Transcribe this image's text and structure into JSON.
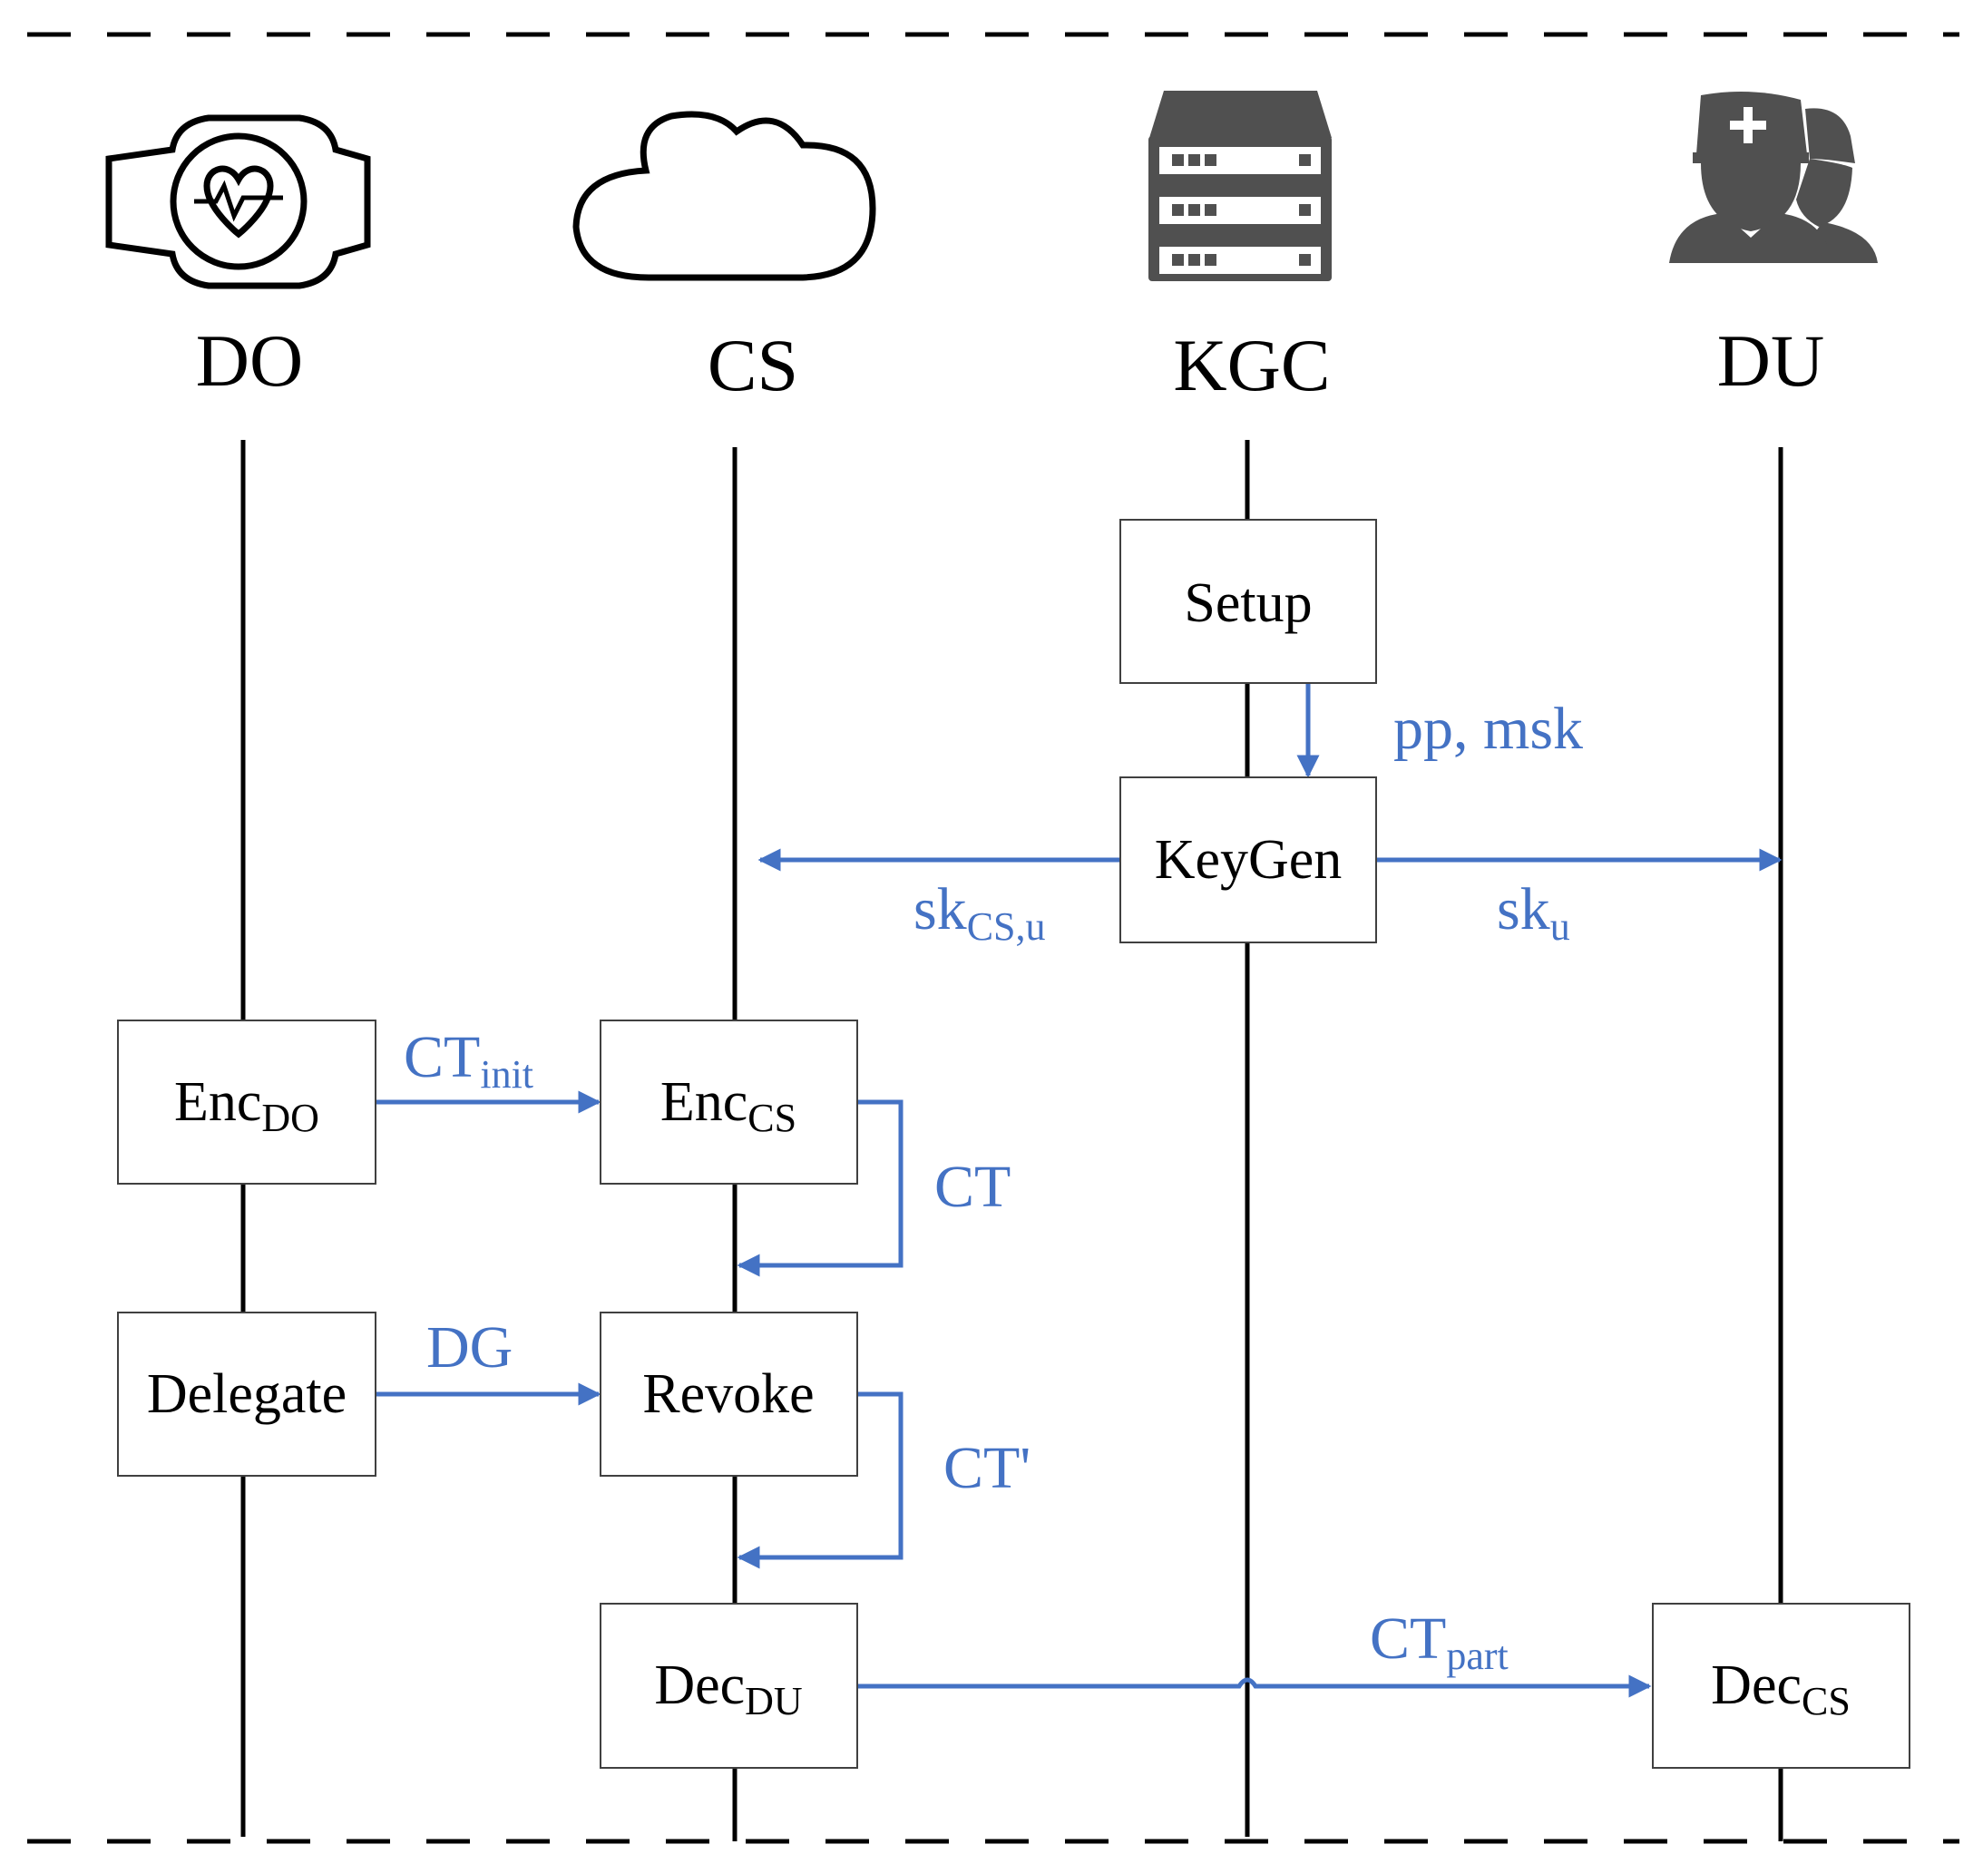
{
  "actors": {
    "do": "DO",
    "cs": "CS",
    "kgc": "KGC",
    "du": "DU"
  },
  "icons": {
    "do": "smartwatch-heart-icon",
    "cs": "cloud-icon",
    "kgc": "server-rack-icon",
    "du": "doctor-users-icon"
  },
  "boxes": {
    "setup": "Setup",
    "keygen": "KeyGen",
    "enc_do": {
      "base": "Enc",
      "sub": "DO"
    },
    "enc_cs": {
      "base": "Enc",
      "sub": "CS"
    },
    "delegate": "Delegate",
    "revoke": "Revoke",
    "dec_du": {
      "base": "Dec",
      "sub": "DU"
    },
    "dec_cs": {
      "base": "Dec",
      "sub": "CS"
    }
  },
  "messages": {
    "pp_msk": "pp, msk",
    "sk_cs_u": {
      "base": "sk",
      "sub": "CS,u"
    },
    "sk_u": {
      "base": "sk",
      "sub": "u"
    },
    "ct_init": {
      "base": "CT",
      "sub": "init"
    },
    "ct": "CT",
    "dg": "DG",
    "ct_prime": "CT'",
    "ct_part": {
      "base": "CT",
      "sub": "part"
    }
  },
  "colors": {
    "arrow": "#4472C4",
    "icon": "#505050"
  }
}
